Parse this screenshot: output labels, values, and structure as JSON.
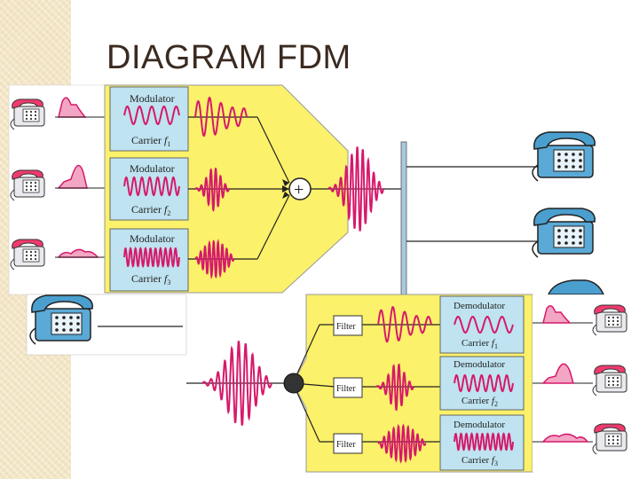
{
  "slide": {
    "title": "DIAGRAM FDM"
  },
  "multiplexer": {
    "channels": [
      {
        "modulator_label": "Modulator",
        "carrier_label": "Carrier",
        "carrier_sub": "1"
      },
      {
        "modulator_label": "Modulator",
        "carrier_label": "Carrier",
        "carrier_sub": "2"
      },
      {
        "modulator_label": "Modulator",
        "carrier_label": "Carrier",
        "carrier_sub": "3"
      }
    ],
    "adder_symbol": "+"
  },
  "demultiplexer": {
    "filter_label": "Filter",
    "channels": [
      {
        "demodulator_label": "Demodulator",
        "carrier_label": "Carrier",
        "carrier_sub": "1"
      },
      {
        "demodulator_label": "Demodulator",
        "carrier_label": "Carrier",
        "carrier_sub": "2"
      },
      {
        "demodulator_label": "Demodulator",
        "carrier_label": "Carrier",
        "carrier_sub": "3"
      }
    ]
  },
  "colors": {
    "signal": "#d6196b",
    "panel_yellow": "#fbf16a",
    "box_blue": "#bfe3f0",
    "phone_blue": "#4a9fcf",
    "backdrop_blue": "#b3dce8"
  }
}
